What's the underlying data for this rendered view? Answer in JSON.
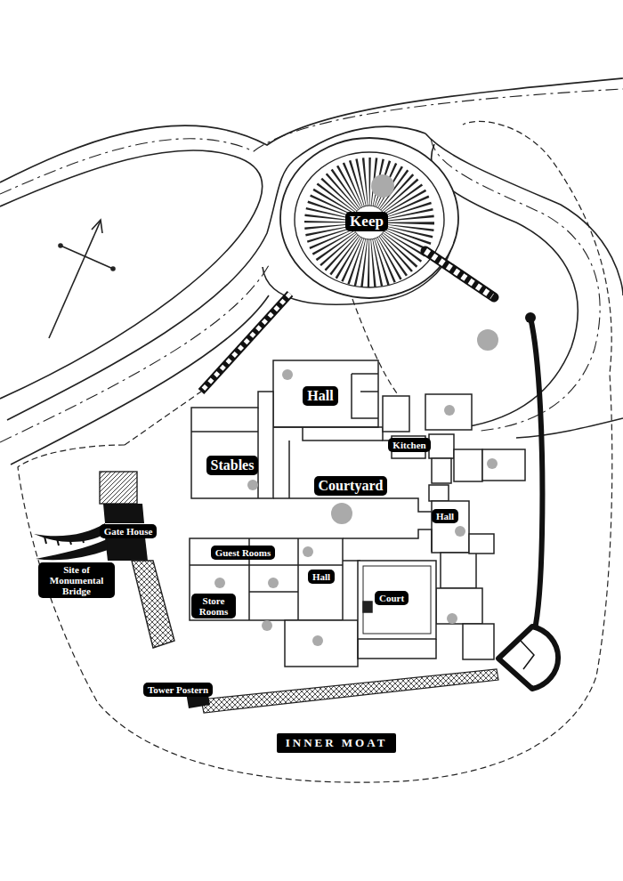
{
  "diagram": {
    "nodes": [
      {
        "text": [
          "Keep"
        ]
      },
      {
        "text": [
          "Hall"
        ]
      },
      {
        "text": [
          "Kitchen"
        ]
      },
      {
        "text": [
          "Stables"
        ]
      },
      {
        "text": [
          "Courtyard"
        ]
      },
      {
        "text": [
          "Hall"
        ]
      },
      {
        "text": [
          "Gate House"
        ]
      },
      {
        "text": [
          "Guest Rooms"
        ]
      },
      {
        "text": [
          "Site of Monumental Bridge"
        ]
      },
      {
        "text": [
          "Hall"
        ]
      },
      {
        "text": [
          "Court"
        ]
      },
      {
        "text": [
          "Store Rooms"
        ]
      },
      {
        "text": [
          "Tower Postern"
        ]
      },
      {
        "text": [
          "INNER MOAT"
        ]
      }
    ]
  }
}
